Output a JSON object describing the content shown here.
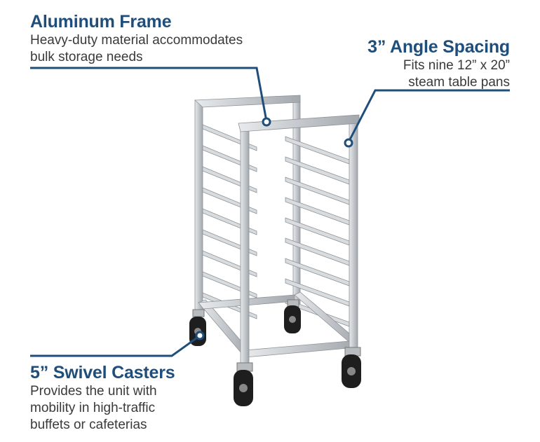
{
  "colors": {
    "accent": "#1f4e7a",
    "text": "#3a3a3a",
    "metal": "#c9cdd1",
    "metal_dark": "#9aa0a6",
    "wheel": "#1e1e1e"
  },
  "callouts": {
    "frame": {
      "title": "Aluminum Frame",
      "desc_line1": "Heavy-duty material accommodates",
      "desc_line2": "bulk storage needs"
    },
    "spacing": {
      "title": "3” Angle Spacing",
      "desc_line1": "Fits nine 12” x 20”",
      "desc_line2": "steam table pans"
    },
    "casters": {
      "title": "5” Swivel Casters",
      "desc_line1": "Provides the unit with",
      "desc_line2": "mobility in high-traffic",
      "desc_line3": "buffets or cafeterias"
    }
  },
  "product": {
    "image_name": "aluminum-pan-rack-image",
    "shelf_count": 9
  }
}
